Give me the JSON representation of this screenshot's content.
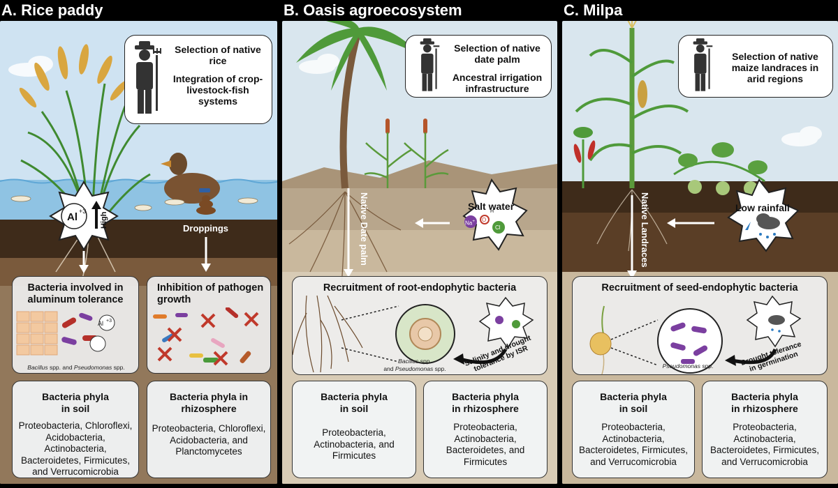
{
  "panels": [
    {
      "title": "A. Rice paddy",
      "farmer_text": "Selection of native rice\n\nIntegration of crop-livestock-fish systems",
      "farmer_line1": "Selection of native",
      "farmer_line2": "rice",
      "farmer_line3": "Integration of crop-",
      "farmer_line4": "livestock-fish",
      "farmer_line5": "systems",
      "stress_symbol": "Al",
      "stress_superscript": "+3",
      "stress_level": "High",
      "droppings_label": "Droppings",
      "box1_title_line1": "Bacteria involved in",
      "box1_title_line2": "aluminum tolerance",
      "box1_caption_part1": "Bacillus",
      "box1_caption_part2": " spp. and ",
      "box1_caption_part3": "Pseudomonas",
      "box1_caption_part4": " spp.",
      "box1_ion1": "Al",
      "box1_ion_sup": "+3",
      "box2_title_line1": "Inhibition of pathogen",
      "box2_title_line2": "growth",
      "phyla_soil_title_line1": "Bacteria phyla",
      "phyla_soil_title_line2": "in soil",
      "phyla_soil_line1": "Proteobacteria, Chloroflexi,",
      "phyla_soil_line2": "Acidobacteria,",
      "phyla_soil_line3": "Actinobacteria,",
      "phyla_soil_line4": "Bacteroidetes, Firmicutes,",
      "phyla_soil_line5": "and Verrucomicrobia",
      "phyla_rhizo_title_line1": "Bacteria phyla in",
      "phyla_rhizo_title_line2": "rhizosphere",
      "phyla_rhizo_line1": "Proteobacteria, Chloroflexi,",
      "phyla_rhizo_line2": "Acidobacteria, and",
      "phyla_rhizo_line3": "Planctomycetes"
    },
    {
      "title": "B. Oasis agroecosystem",
      "farmer_line1": "Selection of native",
      "farmer_line2": "date palm",
      "farmer_line3": "Ancestral irrigation",
      "farmer_line4": "infrastructure",
      "stress_label": "Salt water",
      "ion_na": "Na",
      "ion_na_sup": "+",
      "ion_cl": "Cl",
      "ion_o": "O",
      "ion_h": "H",
      "vertical_label": "Native Date palm",
      "recruit_title": "Recruitment of root-endophytic bacteria",
      "caption_part1": "Bacillus",
      "caption_part2": " spp.",
      "caption_part3": "and ",
      "caption_part4": "Pseudomonas",
      "caption_part5": " spp.",
      "arrow_label_line1": "Salinity and drought",
      "arrow_label_line2": "tolerance by ISR",
      "phyla_soil_title_line1": "Bacteria phyla",
      "phyla_soil_title_line2": "in soil",
      "phyla_soil_line1": "Proteobacteria,",
      "phyla_soil_line2": "Actinobacteria, and",
      "phyla_soil_line3": "Firmicutes",
      "phyla_rhizo_title_line1": "Bacteria phyla",
      "phyla_rhizo_title_line2": "in rhizosphere",
      "phyla_rhizo_line1": "Proteobacteria,",
      "phyla_rhizo_line2": "Actinobacteria,",
      "phyla_rhizo_line3": "Bacteroidetes, and",
      "phyla_rhizo_line4": "Firmicutes"
    },
    {
      "title": "C. Milpa",
      "farmer_line1": "Selection of native",
      "farmer_line2": "maize landraces in",
      "farmer_line3": "arid regions",
      "stress_label": "Low rainfall",
      "vertical_label": "Native Landraces",
      "recruit_title": "Recruitment of seed-endophytic bacteria",
      "caption_part1": "Pseudomonas",
      "caption_part2": " spp.",
      "arrow_label_line1": "Drought tolerance",
      "arrow_label_line2": "in germination",
      "phyla_soil_title_line1": "Bacteria phyla",
      "phyla_soil_title_line2": "in soil",
      "phyla_soil_line1": "Proteobacteria,",
      "phyla_soil_line2": "Actinobacteria,",
      "phyla_soil_line3": "Bacteroidetes, Firmicutes,",
      "phyla_soil_line4": "and Verrucomicrobia",
      "phyla_rhizo_title_line1": "Bacteria phyla",
      "phyla_rhizo_title_line2": "in rhizosphere",
      "phyla_rhizo_line1": "Proteobacteria,",
      "phyla_rhizo_line2": "Actinobacteria,",
      "phyla_rhizo_line3": "Bacteroidetes, Firmicutes,",
      "phyla_rhizo_line4": "and Verrucomicrobia"
    }
  ],
  "colors": {
    "sky": "#cfe3f2",
    "water": "#8fc3e3",
    "soil_dark": "#4a3320",
    "soil_mid": "#7a5a3c",
    "soil_light": "#b8a68c",
    "sand": "#d8cbb5",
    "plant_green": "#4f9a3a",
    "rice_gold": "#d9a640",
    "bacteria_purple": "#7b3fa0",
    "bacteria_red": "#b5302a",
    "x_red": "#c0392b"
  },
  "icons": [
    "farmer-icon",
    "arrow-icon",
    "stress-starburst-icon",
    "bacteria-icon",
    "rain-cloud-icon",
    "duck-icon",
    "fish-icon",
    "palm-tree-icon",
    "maize-plant-icon",
    "seed-icon",
    "root-cross-section-icon"
  ]
}
